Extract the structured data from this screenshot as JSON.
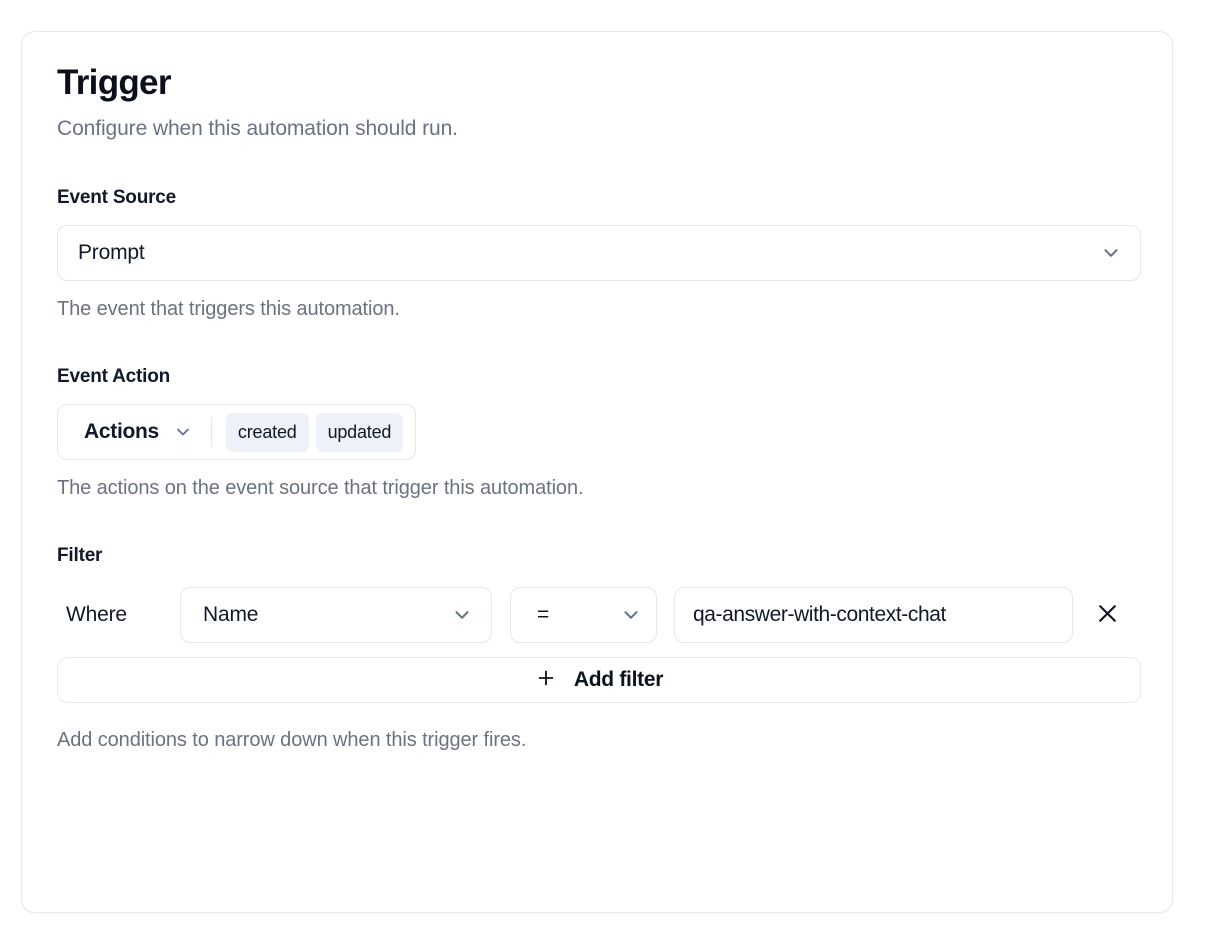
{
  "card": {
    "title": "Trigger",
    "subtitle": "Configure when this automation should run."
  },
  "event_source": {
    "label": "Event Source",
    "selected": "Prompt",
    "help": "The event that triggers this automation.",
    "chevron_icon": "chevron-down-icon"
  },
  "event_action": {
    "label": "Event Action",
    "trigger_label": "Actions",
    "chips": [
      "created",
      "updated"
    ],
    "help": "The actions on the event source that trigger this automation.",
    "chevron_icon": "chevron-down-icon"
  },
  "filter": {
    "label": "Filter",
    "where_label": "Where",
    "rows": [
      {
        "field": "Name",
        "operator": "=",
        "value": "qa-answer-with-context-chat",
        "remove_icon": "close-icon"
      }
    ],
    "add_label": "Add filter",
    "add_icon": "plus-icon",
    "help": "Add conditions to narrow down when this trigger fires."
  },
  "colors": {
    "text_primary": "#111827",
    "text_muted": "#6b7280",
    "border": "#e5e7eb",
    "chip_bg": "#eef1f7",
    "card_border": "#e6e8ee"
  }
}
